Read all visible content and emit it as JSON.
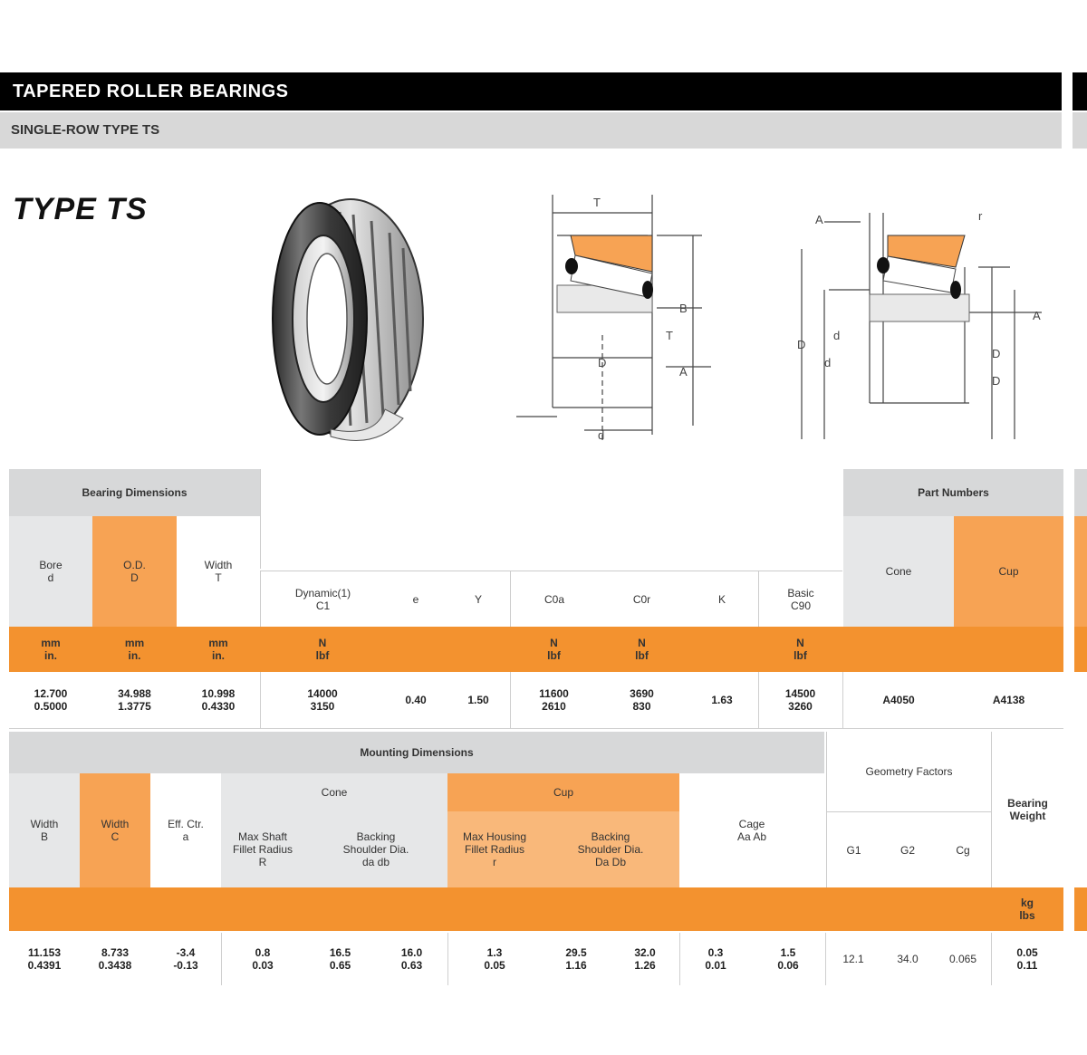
{
  "header": {
    "title": "TAPERED ROLLER BEARINGS",
    "subtitle": "SINGLE-ROW TYPE TS"
  },
  "type_heading": "TYPE TS",
  "colors": {
    "header_bg": "#000000",
    "orange": "#f7a354",
    "dark_orange": "#f3922f",
    "grey": "#d7d8d9"
  },
  "table1": {
    "group_dimensions": "Bearing Dimensions",
    "group_part_numbers": "Part Numbers",
    "col_bore": "Bore\nd",
    "col_od": "O.D.\nD",
    "col_width": "Width\nT",
    "col_dynamic": "Dynamic(1)\nC1",
    "col_factor_e": "e",
    "col_factor_y": "Y",
    "col_static_a": "C0a",
    "col_static_b": "C0r",
    "col_static_k": "K",
    "col_basic": "Basic\nC90",
    "col_cone": "Cone",
    "col_cup": "Cup",
    "unit_bore": "mm\nin.",
    "unit_od": "mm\nin.",
    "unit_width": "mm\nin.",
    "unit_dynamic": "N\nlbf",
    "unit_static_a": "N\nlbf",
    "unit_static_b": "N\nlbf",
    "unit_basic": "N\nlbf",
    "row": {
      "bore": "12.700\n0.5000",
      "od": "34.988\n1.3775",
      "width": "10.998\n0.4330",
      "dynamic": "14000\n3150",
      "e": "0.40",
      "y": "1.50",
      "static_a": "11600\n2610",
      "static_b": "3690\n830",
      "k": "1.63",
      "basic": "14500\n3260",
      "cone": "A4050",
      "cup": "A4138"
    }
  },
  "table2": {
    "group_mounting": "Mounting Dimensions",
    "group_cone": "Cone",
    "group_cup": "Cup",
    "group_geometry": "Geometry Factors",
    "group_weight": "Bearing\nWeight",
    "col_width_b": "Width\nB",
    "col_width_c": "Width\nC",
    "col_eff_center": "Eff. Ctr.\na",
    "col_cone_fillet": "Max Shaft\nFillet Radius\nR",
    "col_cone_backing": "Backing\nShoulder Dia.\nda   db",
    "col_cup_fillet": "Max Housing\nFillet Radius\nr",
    "col_cup_backing": "Backing\nShoulder Dia.\nDa   Db",
    "col_cage": "Cage\nAa   Ab",
    "col_g1": "G1",
    "col_g2": "G2",
    "col_cg": "Cg",
    "unit_weight": "kg\nlbs",
    "row": {
      "width_b": "11.153\n0.4391",
      "width_c": "8.733\n0.3438",
      "eff_center": "-3.4\n-0.13",
      "cone_fillet": "0.8\n0.03",
      "cone_da": "16.5\n0.65",
      "cone_db": "16.0\n0.63",
      "cup_fillet": "1.3\n0.05",
      "cup_Da": "29.5\n1.16",
      "cup_Db": "32.0\n1.26",
      "cage_Aa": "0.3\n0.01",
      "cage_Ab": "1.5\n0.06",
      "g1": "12.1",
      "g2": "34.0",
      "cg": "0.065",
      "weight": "0.05\n0.11"
    }
  }
}
